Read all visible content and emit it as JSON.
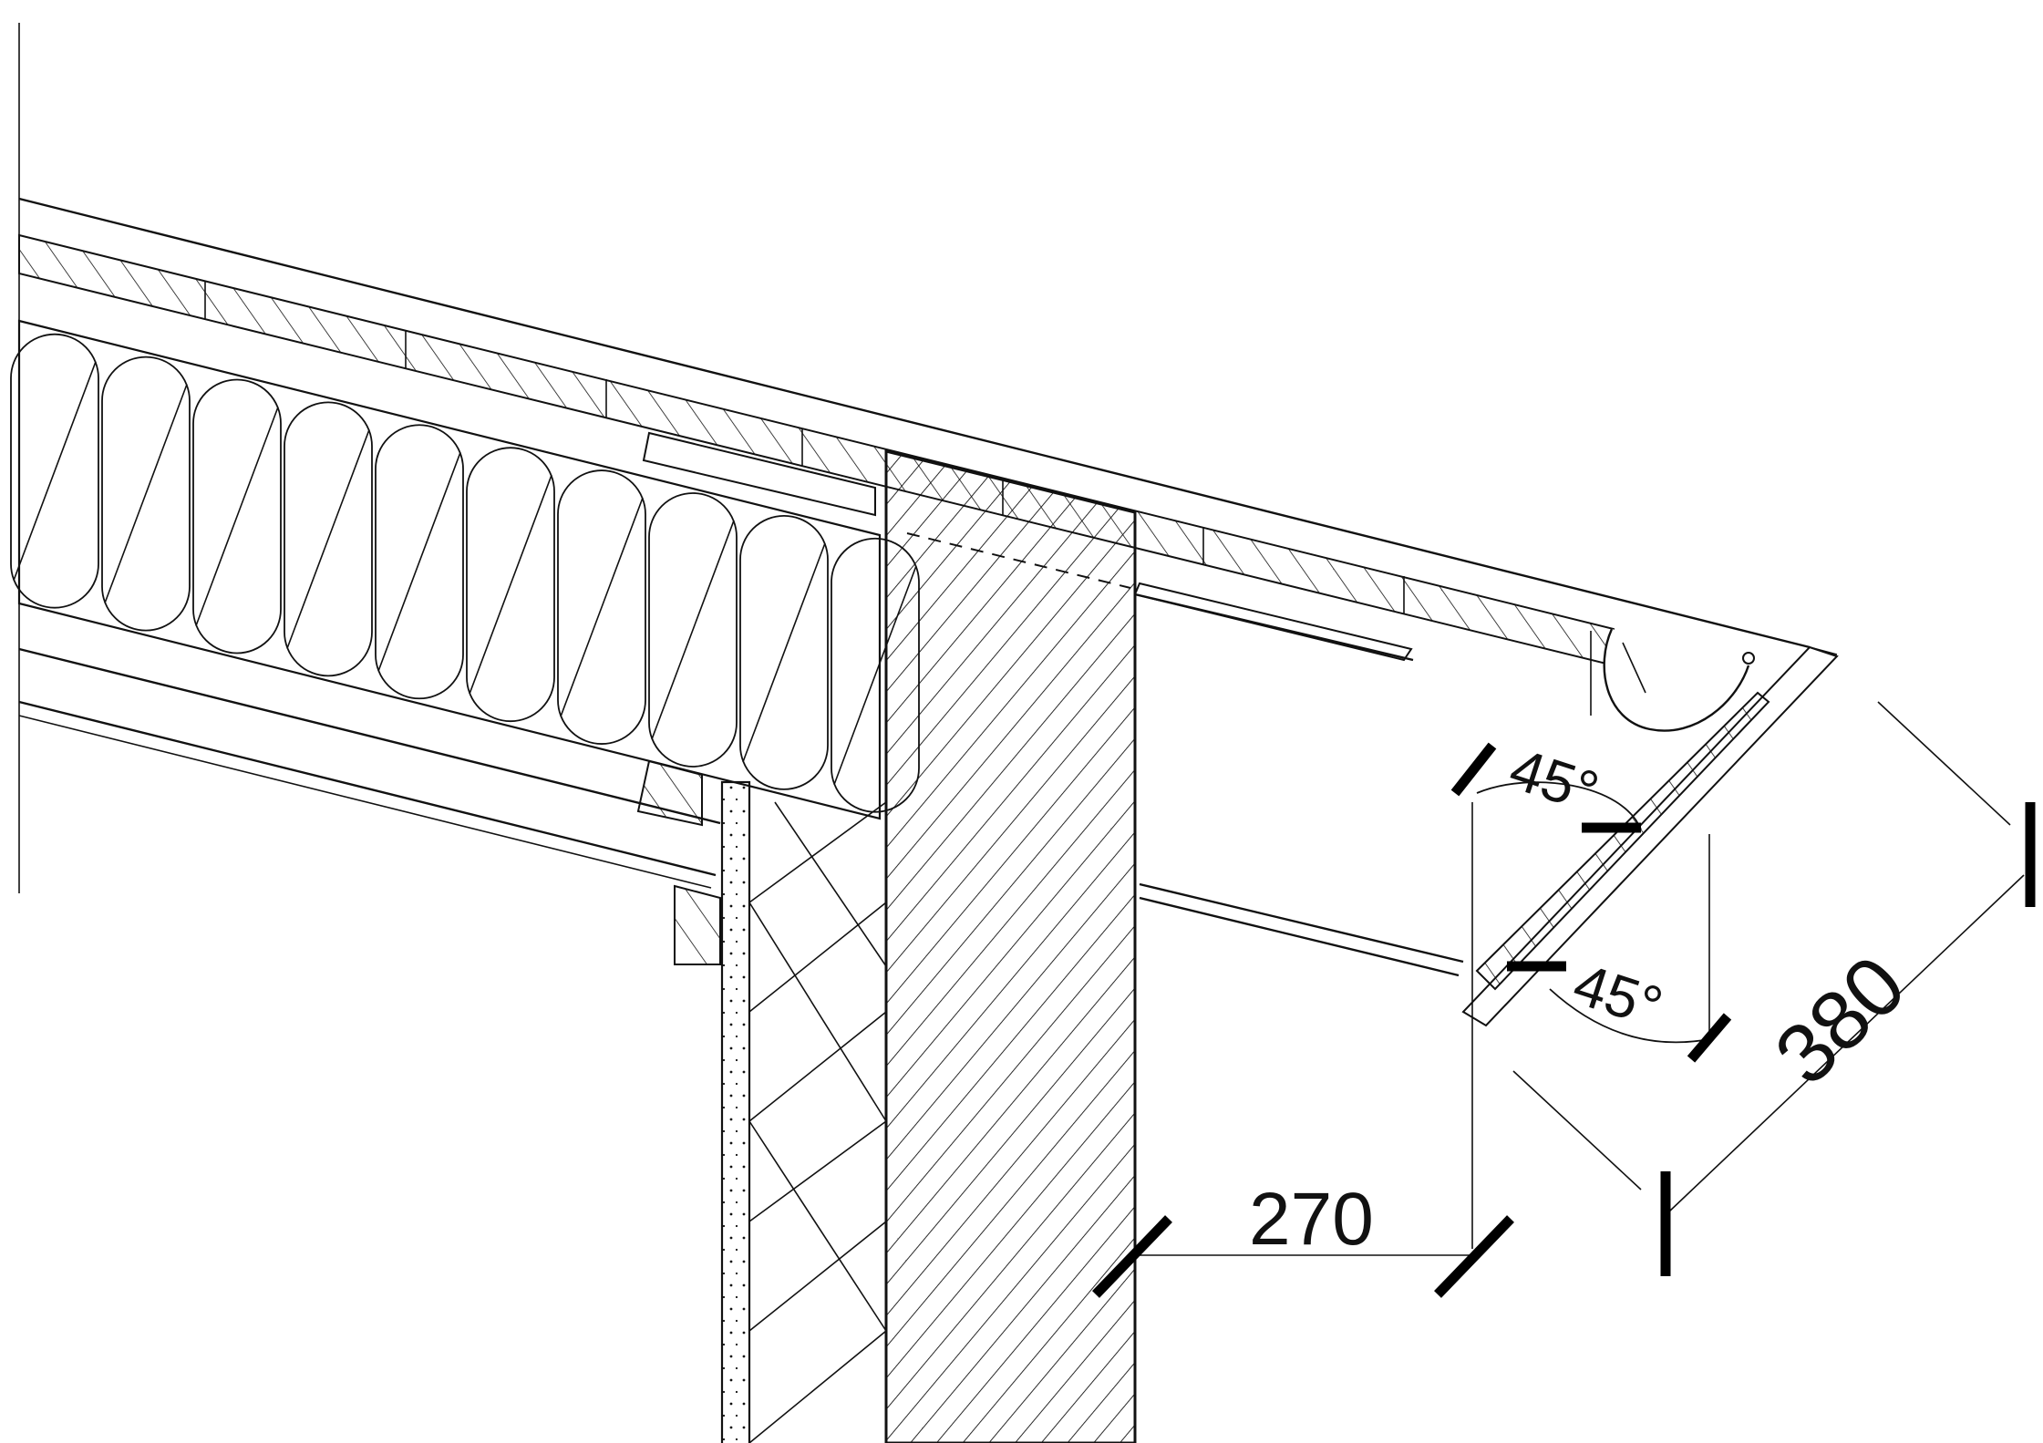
{
  "dimensions": {
    "horizontal_overhang": "270",
    "sloped_fascia": "380",
    "angle_upper": "45°",
    "angle_lower": "45°"
  },
  "colors": {
    "line": "#111111",
    "background": "#ffffff"
  }
}
